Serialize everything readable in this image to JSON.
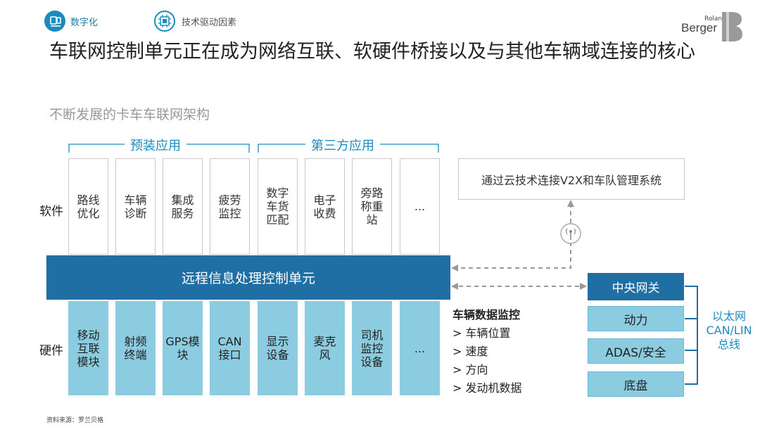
{
  "header": {
    "tag1": "数字化",
    "tag2": "技术驱动因素",
    "logo_line1": "Roland",
    "logo_line2": "Berger"
  },
  "title": "车联网控制单元正在成为网络互联、软硬件桥接以及与其他车辆域连接的核心",
  "subtitle": "不断发展的卡车车联网架构",
  "groups": {
    "preinstalled": "预装应用",
    "third_party": "第三方应用"
  },
  "row_labels": {
    "software": "软件",
    "hardware": "硬件"
  },
  "software": [
    "路线优化",
    "车辆诊断",
    "集成服务",
    "疲劳监控",
    "数字车货匹配",
    "电子收费",
    "旁路称重站",
    "..."
  ],
  "ecu": "远程信息处理控制单元",
  "hardware": [
    "移动互联模块",
    "射频终端",
    "GPS模块",
    "CAN接口",
    "显示设备",
    "麦克风",
    "司机监控设备",
    "..."
  ],
  "v2x": "通过云技术连接V2X和车队管理系统",
  "vehicle_monitor": {
    "title": "车辆数据监控",
    "items": [
      "> 车辆位置",
      "> 速度",
      "> 方向",
      "> 发动机数据"
    ]
  },
  "domains": {
    "gateway": "中央网关",
    "power": "动力",
    "adas": "ADAS/安全",
    "chassis": "底盘"
  },
  "bus": [
    "以太网",
    "CAN/LIN",
    "总线"
  ],
  "source": "资料来源：罗兰贝格",
  "colors": {
    "dark_blue": "#1f6fa4",
    "light_blue": "#8ccce0",
    "accent": "#1a8bbd"
  }
}
